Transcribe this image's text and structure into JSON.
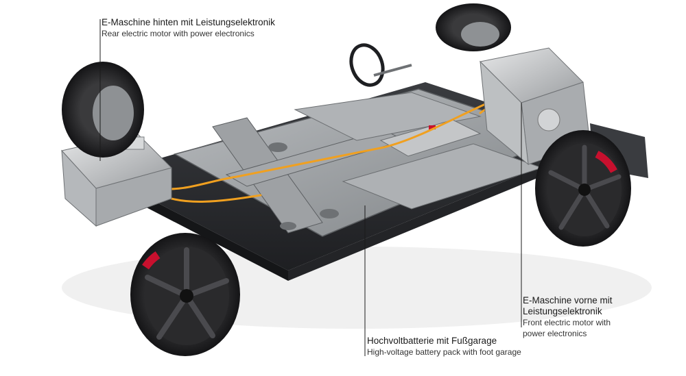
{
  "callouts": {
    "rear_motor": {
      "title_de": "E-Maschine hinten mit Leistungselektronik",
      "title_en": "Rear electric motor with power electronics"
    },
    "battery": {
      "title_de": "Hochvoltbatterie mit Fußgarage",
      "title_en": "High-voltage battery pack with foot garage"
    },
    "front_motor": {
      "title_de_line1": "E-Maschine vorne mit",
      "title_de_line2": "Leistungselektronik",
      "title_en_line1": "Front electric motor with",
      "title_en_line2": "power electronics"
    }
  },
  "colors": {
    "background": "#ffffff",
    "chassis_dark": "#2b2d30",
    "battery_grey": "#8f9397",
    "battery_light": "#b5b8bb",
    "hv_cable": "#f0a020",
    "brake_red": "#c8102e",
    "tyre": "#1c1c1e",
    "aluminium": "#c9cbcd"
  }
}
